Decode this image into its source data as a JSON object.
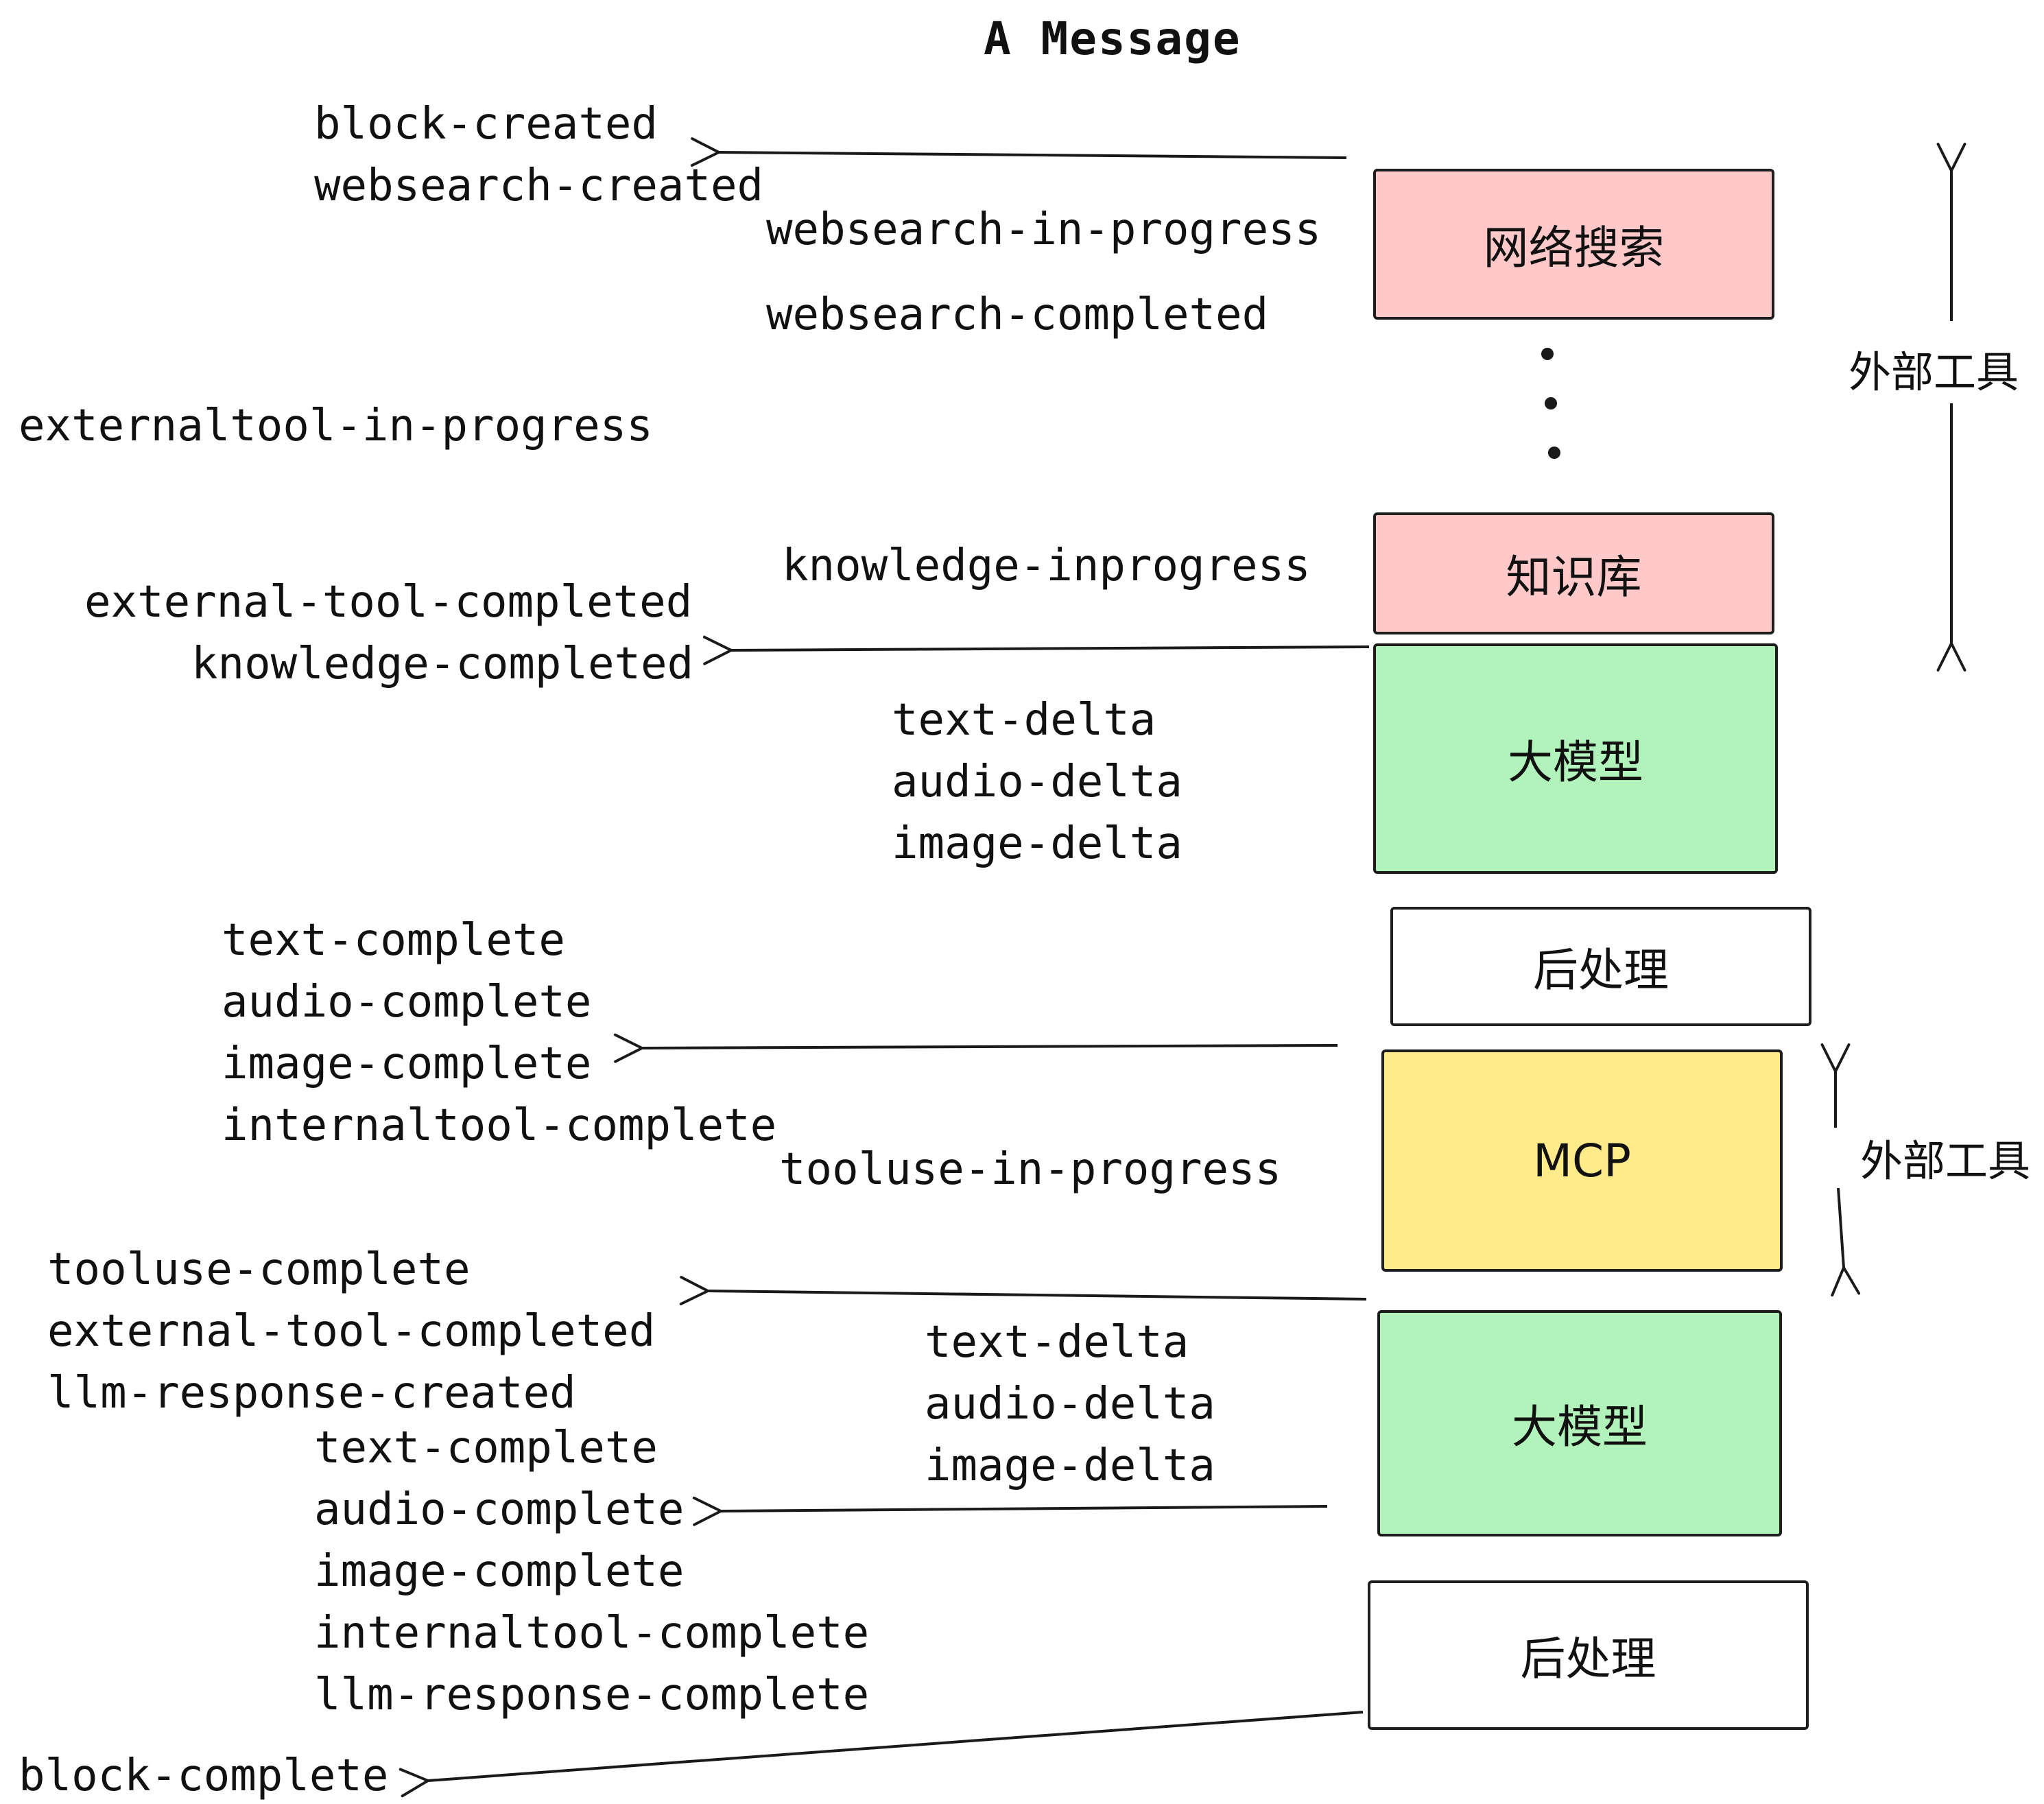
{
  "title": "A Message",
  "events": {
    "block_created": "block-created",
    "websearch_created": "websearch-created",
    "websearch_in_progress": "websearch-in-progress",
    "websearch_completed": "websearch-completed",
    "externaltool_in_progress": "externaltool-in-progress",
    "knowledge_inprogress": "knowledge-inprogress",
    "external_tool_completed": "external-tool-completed",
    "knowledge_completed": "knowledge-completed",
    "delta_group_1": [
      "text-delta",
      "audio-delta",
      "image-delta"
    ],
    "complete_group_1": [
      "text-complete",
      "audio-complete",
      "image-complete",
      "internaltool-complete"
    ],
    "tooluse_in_progress": "tooluse-in-progress",
    "tooluse_group": [
      "tooluse-complete",
      "external-tool-completed",
      "llm-response-created"
    ],
    "delta_group_2": [
      "text-delta",
      "audio-delta",
      "image-delta"
    ],
    "complete_group_2": [
      "text-complete",
      "audio-complete",
      "image-complete",
      "internaltool-complete",
      "llm-response-complete"
    ],
    "block_complete": "block-complete"
  },
  "boxes": {
    "websearch": {
      "label": "网络搜索",
      "fill": "#ffc9c9"
    },
    "knowledge": {
      "label": "知识库",
      "fill": "#ffc9c9"
    },
    "llm_top": {
      "label": "大模型",
      "fill": "#b2f2bb"
    },
    "postprocess_top": {
      "label": "后处理",
      "fill": "#ffffff"
    },
    "mcp": {
      "label": "MCP",
      "fill": "#ffeb8a"
    },
    "llm_bottom": {
      "label": "大模型",
      "fill": "#b2f2bb"
    },
    "postprocess_bottom": {
      "label": "后处理",
      "fill": "#ffffff"
    }
  },
  "side_labels": {
    "external_tools_top": "外部工具",
    "external_tools_bottom": "外部工具"
  },
  "colors": {
    "stroke": "#1a1a1a",
    "pink": "#ffc9c9",
    "green": "#b2f2bb",
    "yellow": "#ffeb8a"
  }
}
